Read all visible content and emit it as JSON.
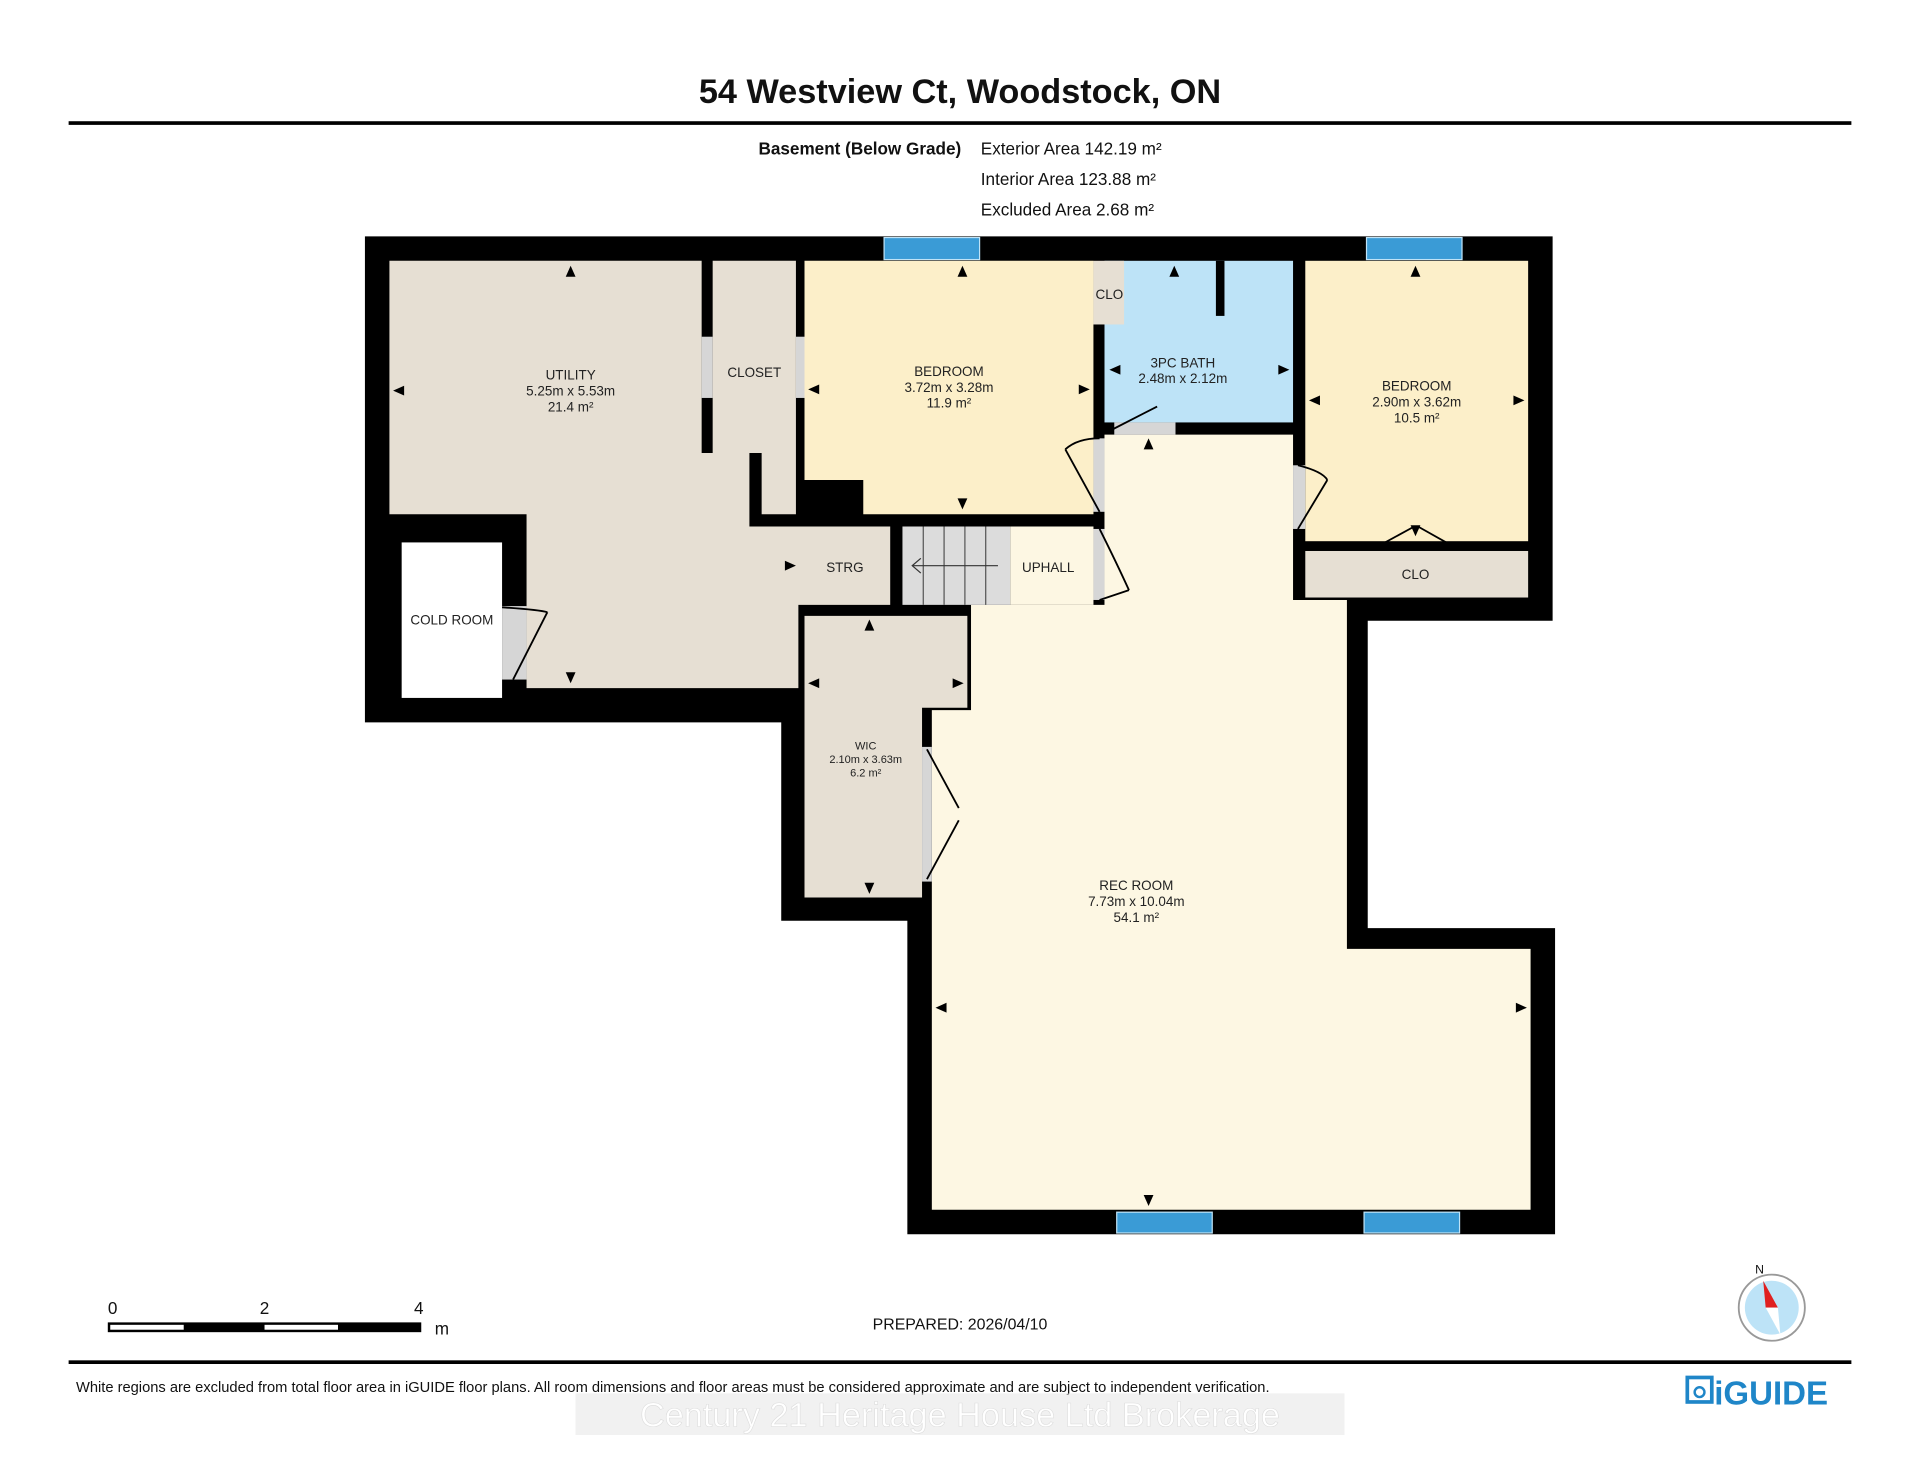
{
  "title": "54 Westview Ct, Woodstock, ON",
  "floor": {
    "name": "Basement (Below Grade)",
    "exterior_area": "Exterior Area 142.19 m²",
    "interior_area": "Interior Area 123.88 m²",
    "excluded_area": "Excluded Area 2.68 m²"
  },
  "rooms": {
    "utility": {
      "name": "UTILITY",
      "dims": "5.25m x 5.53m",
      "area": "21.4 m²"
    },
    "closet": {
      "name": "CLOSET"
    },
    "bedroom1": {
      "name": "BEDROOM",
      "dims": "3.72m x 3.28m",
      "area": "11.9 m²"
    },
    "clo_small": {
      "name": "CLO"
    },
    "bath": {
      "name": "3PC BATH",
      "dims": "2.48m x 2.12m"
    },
    "bedroom2": {
      "name": "BEDROOM",
      "dims": "2.90m x 3.62m",
      "area": "10.5 m²"
    },
    "clo_right": {
      "name": "CLO"
    },
    "strg": {
      "name": "STRG"
    },
    "uphall": {
      "name": "UPHALL"
    },
    "cold_room": {
      "name": "COLD ROOM"
    },
    "wic": {
      "name": "WIC",
      "dims": "2.10m x 3.63m",
      "area": "6.2 m²"
    },
    "rec_room": {
      "name": "REC ROOM",
      "dims": "7.73m x 10.04m",
      "area": "54.1 m²"
    }
  },
  "scale_bar": {
    "ticks": [
      "0",
      "2",
      "4"
    ],
    "unit": "m"
  },
  "prepared": "PREPARED: 2026/04/10",
  "compass": {
    "label": "N"
  },
  "disclaimer": "White regions are excluded from total floor area in iGUIDE floor plans. All room dimensions and floor areas must be considered approximate and are subject to independent verification.",
  "watermark": "Century 21 Heritage House Ltd Brokerage",
  "logo": "iGUIDE",
  "colors": {
    "wall": "#000000",
    "utility": "#e6dfd3",
    "bedroom": "#fcefc9",
    "bath": "#bde3f7",
    "rec": "#fdf7e3",
    "window": "#3a9bd6",
    "brand": "#1f86c8"
  }
}
